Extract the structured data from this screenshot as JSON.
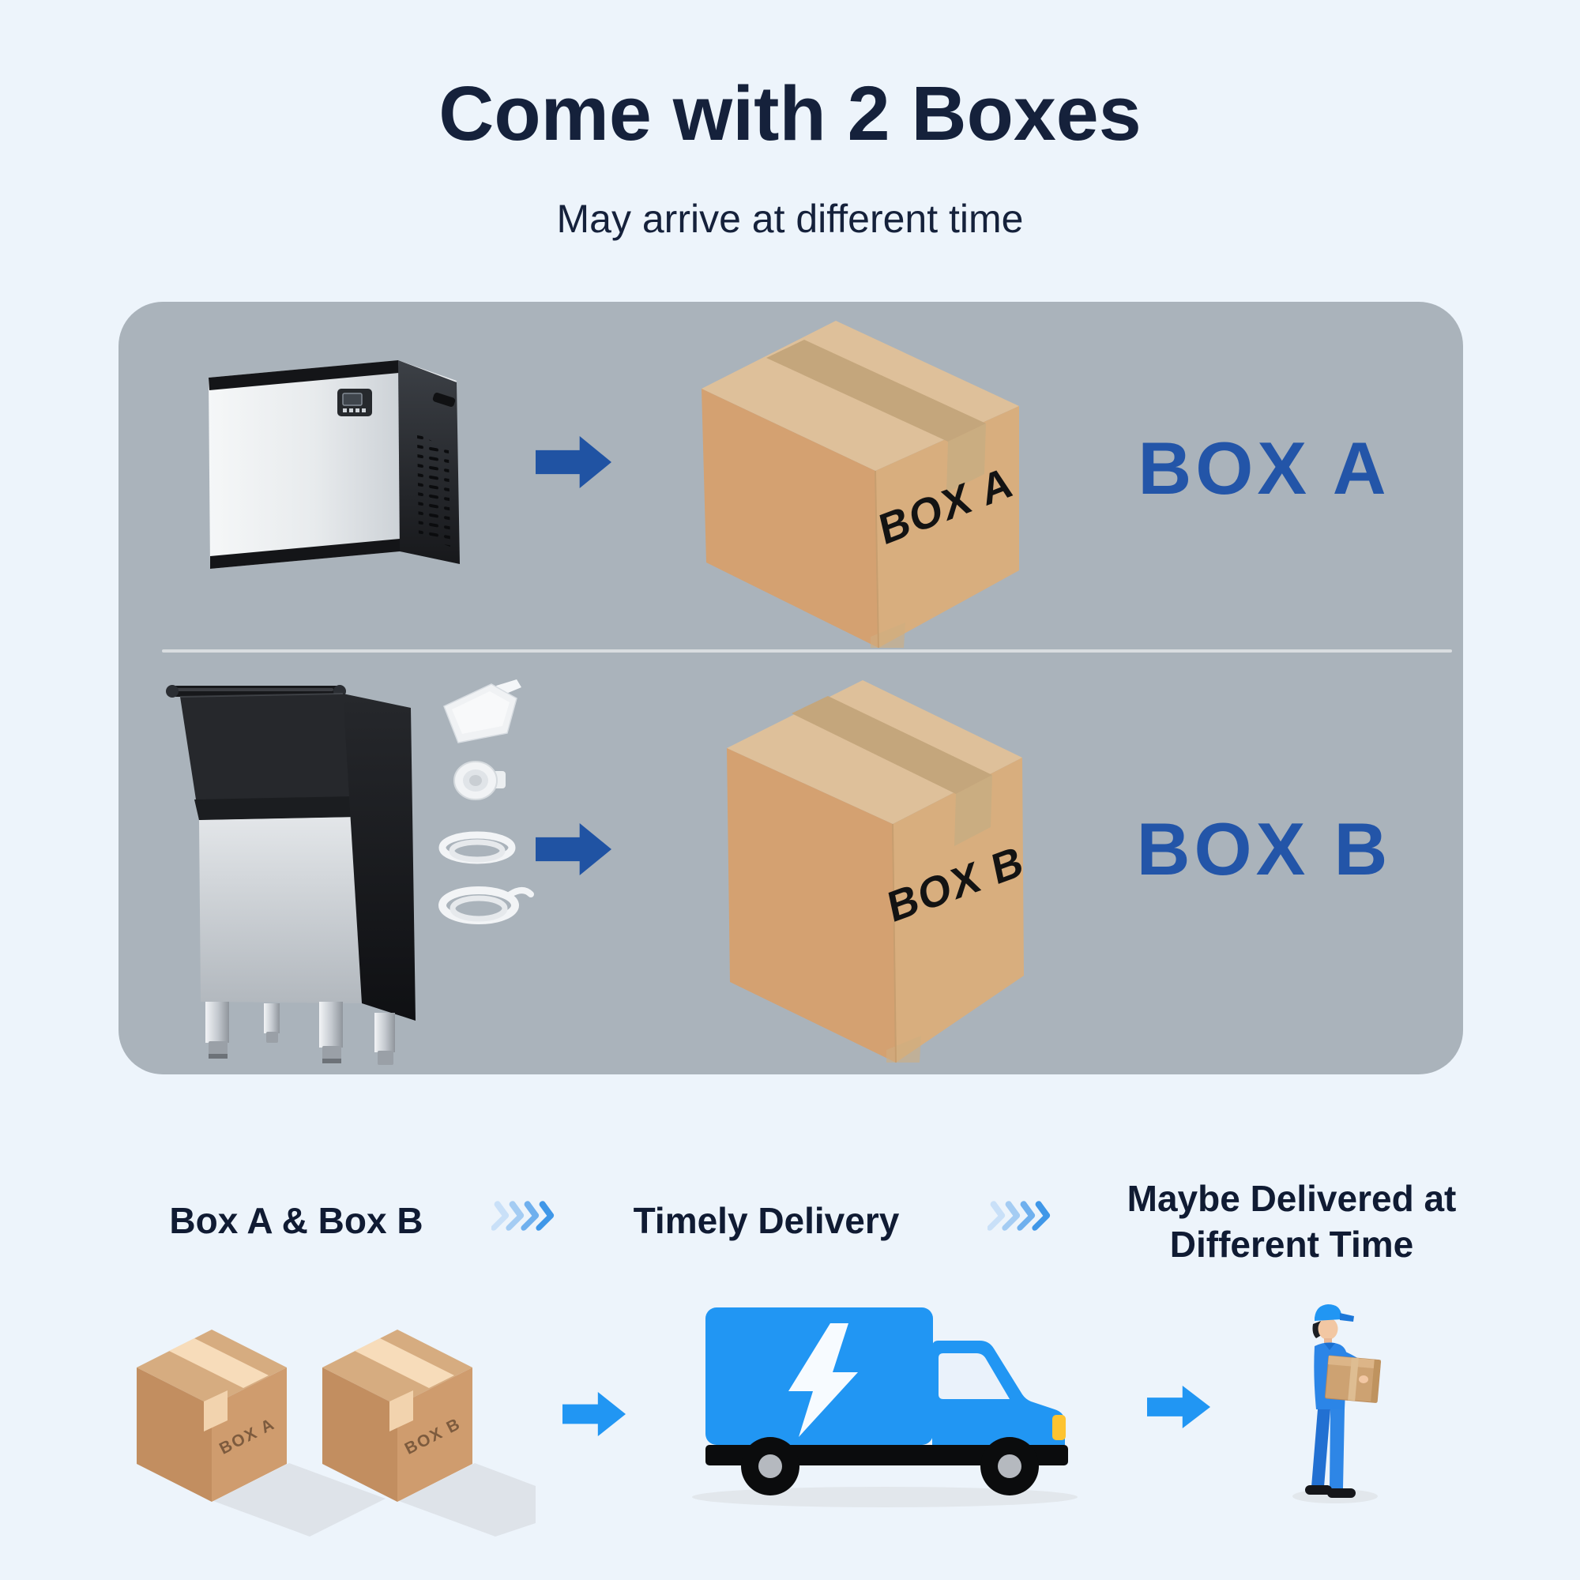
{
  "header": {
    "title": "Come with 2 Boxes",
    "subtitle": "May arrive at different time"
  },
  "panel": {
    "row_a": {
      "carton_text": "BOX A",
      "label": "BOX A"
    },
    "row_b": {
      "carton_text": "BOX B",
      "label": "BOX B"
    }
  },
  "flow": {
    "step_1": "Box A & Box B",
    "step_2": "Timely Delivery",
    "step_3": "Maybe Delivered at Different Time",
    "small_box_a": "BOX A",
    "small_box_b": "BOX B"
  },
  "colors": {
    "background": "#edf4fb",
    "panel_gray": "#aab3bb",
    "heading_navy": "#15213b",
    "royal_blue_arrow": "#2053a3",
    "royal_blue_label": "#2355a8",
    "bright_blue": "#2196f3",
    "chevron_blue": "#6fb0ee",
    "cardboard_tan": "#d8ae7e",
    "headlight_yellow": "#fdc330"
  }
}
